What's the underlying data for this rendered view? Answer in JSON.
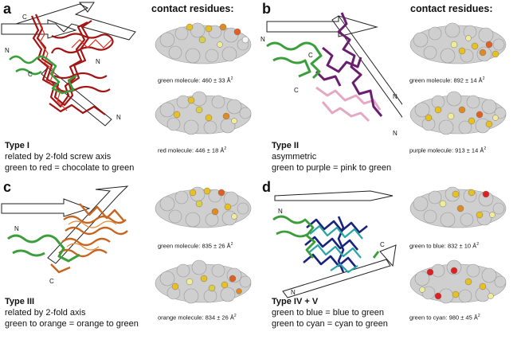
{
  "contact_heading": "contact residues:",
  "panels": [
    {
      "letter": "a",
      "type_title": "Type I",
      "lines": [
        "related by 2-fold screw axis",
        "green to red = chocolate to green"
      ],
      "molecules": [
        {
          "label": "green molecule: 460 ± 33 Å",
          "sup": "2"
        },
        {
          "label": "red molecule: 446 ± 18 Å",
          "sup": "2"
        }
      ],
      "colors": {
        "primary": "#4caf50",
        "secondary": "#b71c1c"
      }
    },
    {
      "letter": "b",
      "type_title": "Type II",
      "lines": [
        "asymmetric",
        "green to purple = pink to green"
      ],
      "molecules": [
        {
          "label": "green molecule: 892 ± 14 Å",
          "sup": "2"
        },
        {
          "label": "purple molecule: 913 ± 14 Å",
          "sup": "2"
        }
      ],
      "colors": {
        "primary": "#4caf50",
        "secondary": "#6a1b6a",
        "tertiary": "#e8b4cc"
      }
    },
    {
      "letter": "c",
      "type_title": "Type III",
      "lines": [
        "related by 2-fold axis",
        "green to orange = orange to green"
      ],
      "molecules": [
        {
          "label": "green molecule: 835 ± 26 Å",
          "sup": "2"
        },
        {
          "label": "orange molecule: 834 ± 26 Å",
          "sup": "2"
        }
      ],
      "colors": {
        "primary": "#4caf50",
        "secondary": "#c8641e"
      }
    },
    {
      "letter": "d",
      "type_title": "Type IV + V",
      "lines": [
        "green to blue = blue to green",
        "green to cyan = cyan to green"
      ],
      "molecules": [
        {
          "label": "green to blue: 832 ± 10 Å",
          "sup": "2"
        },
        {
          "label": "green to cyan: 980 ± 45 Å",
          "sup": "2"
        }
      ],
      "colors": {
        "primary": "#4caf50",
        "secondary": "#1a237e",
        "tertiary": "#26a6a6"
      }
    }
  ],
  "terminus_labels": {
    "n": "N",
    "c": "C"
  }
}
